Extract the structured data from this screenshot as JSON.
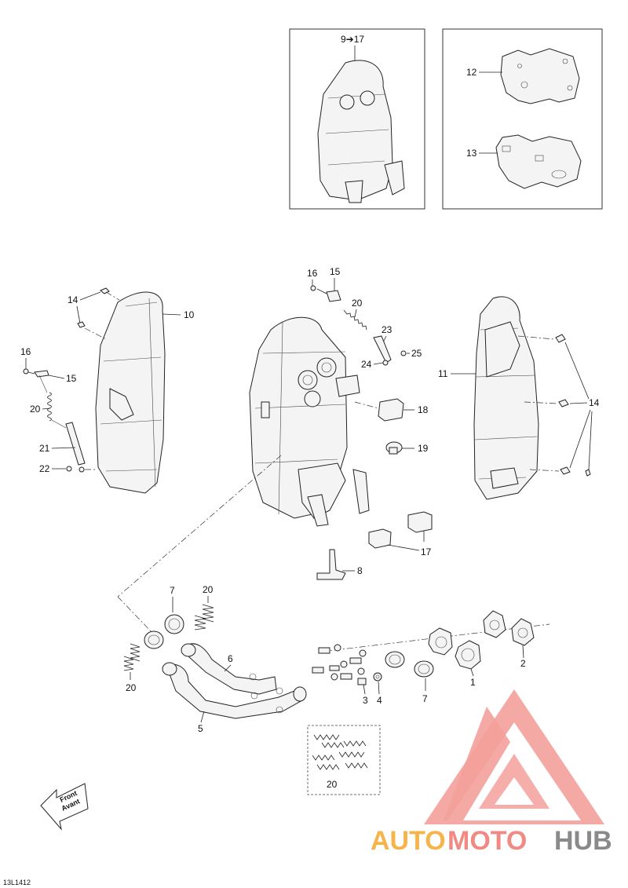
{
  "diagram": {
    "ref_code": "13L1412",
    "inset_label": "9➔17",
    "front_arrow": {
      "line1": "Front",
      "line2": "Avant"
    },
    "watermark": {
      "part1": "AUTO",
      "part2": "MOTO",
      "part3": "HUB"
    },
    "callouts": {
      "c1": "1",
      "c2": "2",
      "c3": "3",
      "c4": "4",
      "c5": "5",
      "c6": "6",
      "c7a": "7",
      "c7b": "7",
      "c8": "8",
      "c10": "10",
      "c11": "11",
      "c12": "12",
      "c13": "13",
      "c14a": "14",
      "c14b": "14",
      "c15a": "15",
      "c15b": "15",
      "c16a": "16",
      "c16b": "16",
      "c17": "17",
      "c18": "18",
      "c19": "19",
      "c20a": "20",
      "c20b": "20",
      "c20c": "20",
      "c20d": "20",
      "c20e": "20",
      "c21": "21",
      "c22": "22",
      "c23": "23",
      "c24": "24",
      "c25": "25"
    },
    "colors": {
      "watermark_red": "#f08a84",
      "watermark_orange": "#f5b54a",
      "watermark_gray": "#8a8a8a"
    }
  }
}
